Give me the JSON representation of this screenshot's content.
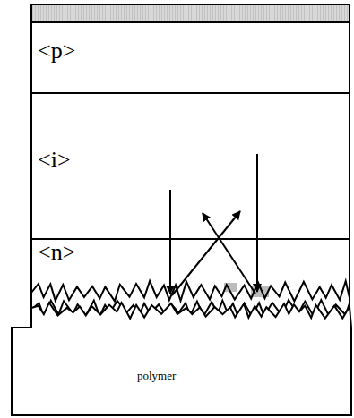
{
  "diagram": {
    "nodes": [
      {
        "text": [
          "<p>"
        ]
      },
      {
        "text": [
          "<i>"
        ]
      },
      {
        "text": [
          "<n>"
        ]
      },
      {
        "text": [
          "polymer"
        ]
      }
    ]
  }
}
